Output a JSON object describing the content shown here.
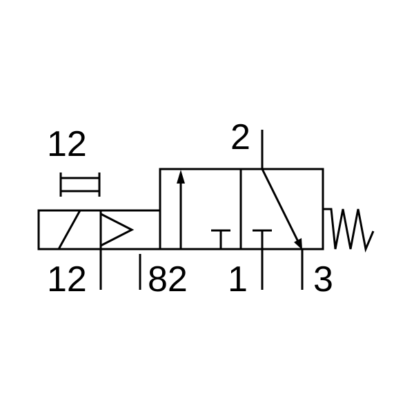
{
  "symbol": {
    "port_labels": {
      "pilot_top": "12",
      "pilot_bottom": "12",
      "aux": "82",
      "supply": "1",
      "output": "2",
      "exhaust": "3"
    },
    "colors": {
      "line": "#000000",
      "background": "#ffffff"
    },
    "icons": [
      "manual-override-icon",
      "solenoid-icon",
      "pilot-triangle-icon",
      "return-spring-icon",
      "flow-arrow-icon"
    ]
  }
}
